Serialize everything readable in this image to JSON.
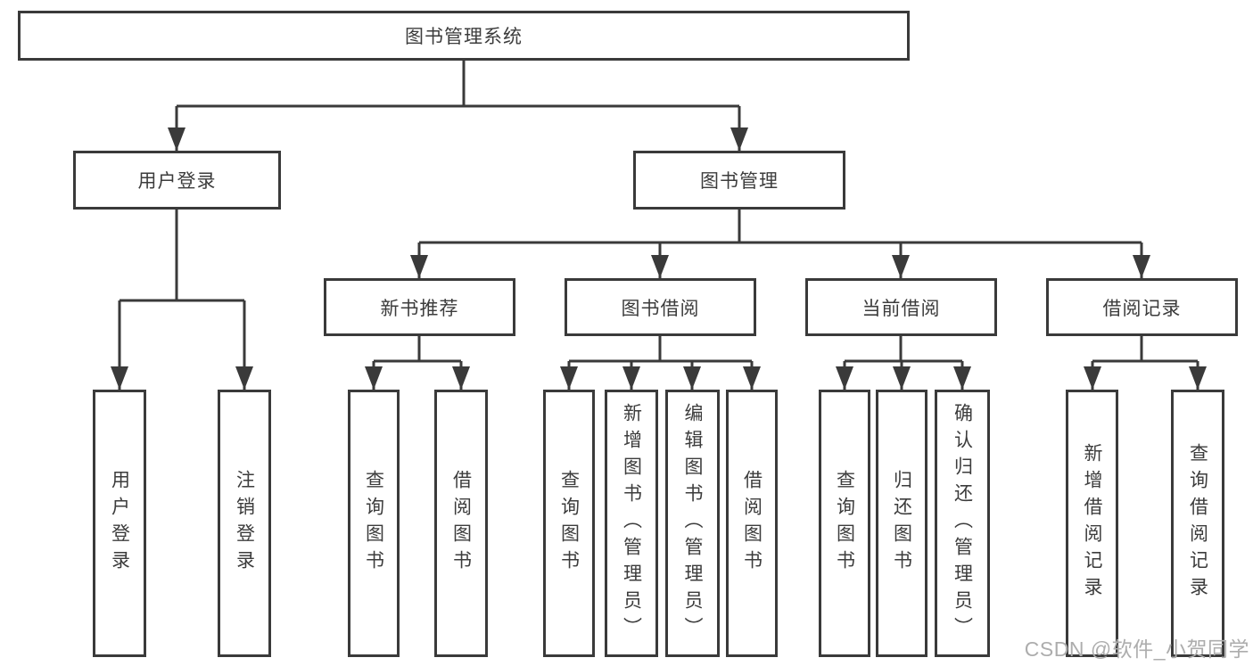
{
  "diagram": {
    "type": "hierarchy-tree",
    "tree": {
      "label": "图书管理系统",
      "children": [
        {
          "label": "用户登录",
          "children": [
            {
              "label": "用户登录"
            },
            {
              "label": "注销登录"
            }
          ]
        },
        {
          "label": "图书管理",
          "children": [
            {
              "label": "新书推荐",
              "children": [
                {
                  "label": "查询图书"
                },
                {
                  "label": "借阅图书"
                }
              ]
            },
            {
              "label": "图书借阅",
              "children": [
                {
                  "label": "查询图书"
                },
                {
                  "label": "新增图书（管理员）"
                },
                {
                  "label": "编辑图书（管理员）"
                },
                {
                  "label": "借阅图书"
                }
              ]
            },
            {
              "label": "当前借阅",
              "children": [
                {
                  "label": "查询图书"
                },
                {
                  "label": "归还图书"
                },
                {
                  "label": "确认归还（管理员）"
                }
              ]
            },
            {
              "label": "借阅记录",
              "children": [
                {
                  "label": "新增借阅记录"
                },
                {
                  "label": "查询借阅记录"
                }
              ]
            }
          ]
        }
      ]
    }
  },
  "watermark": "CSDN @软件_小贺同学",
  "colors": {
    "line": "#3a3a3a",
    "text": "#3c3c3c",
    "box_background": "#ffffff",
    "watermark": "#adadad",
    "page_background": "#ffffff"
  }
}
